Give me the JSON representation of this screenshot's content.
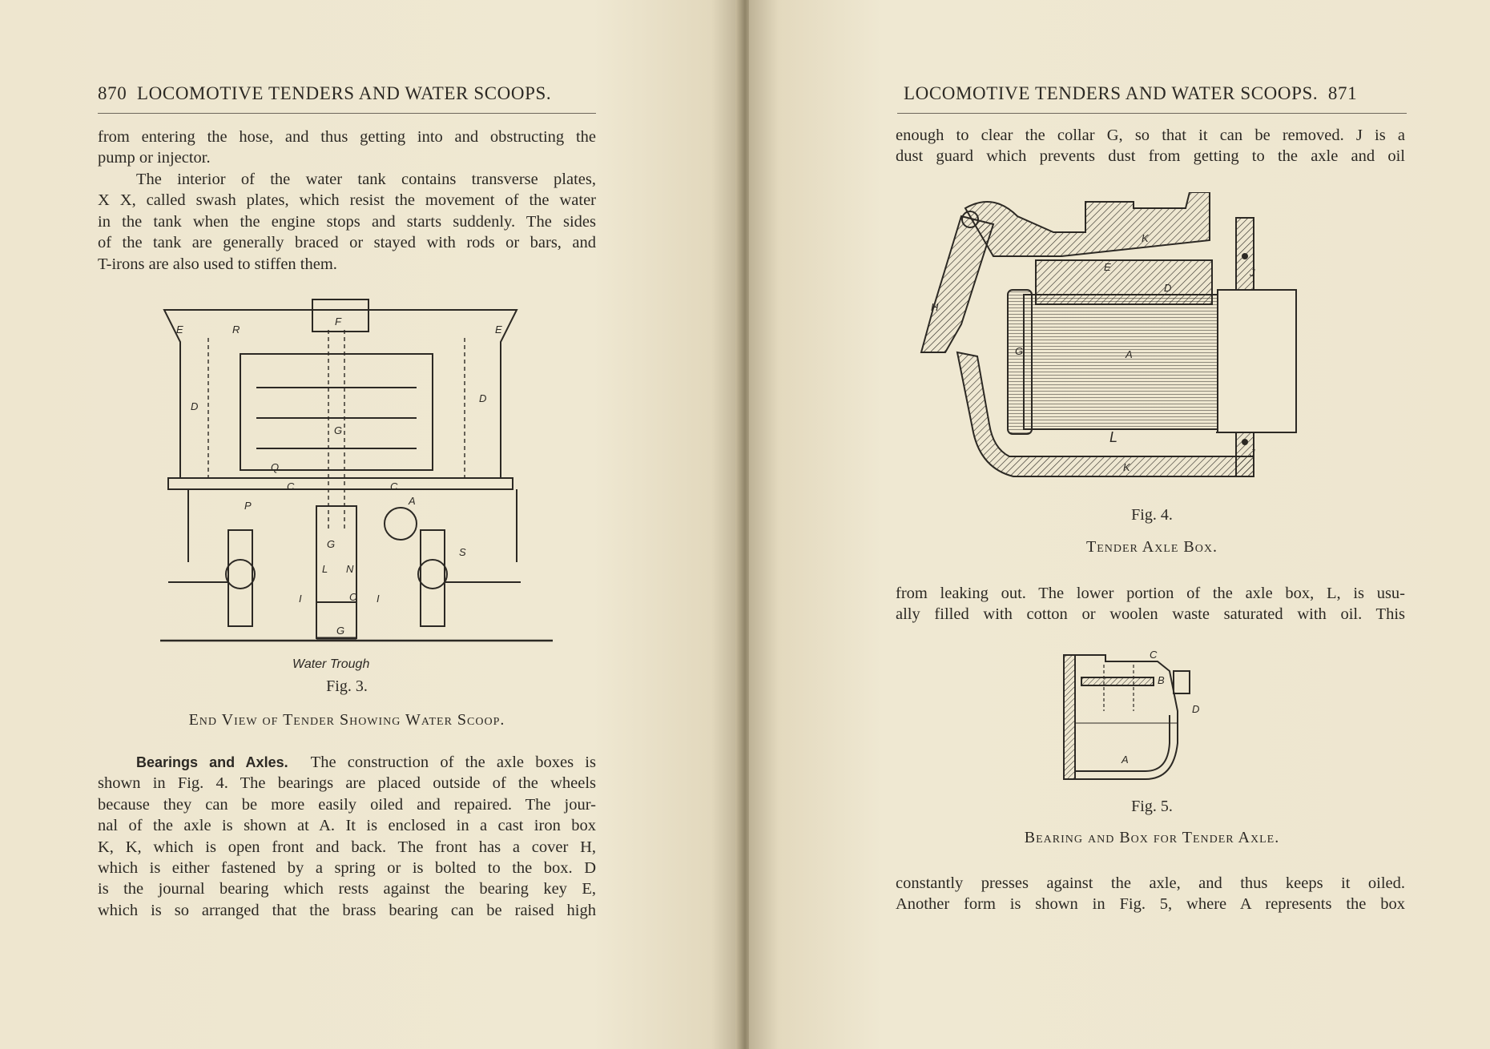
{
  "left": {
    "page_number": "870",
    "running_head": "LOCOMOTIVE TENDERS AND WATER SCOOPS.",
    "para1_lines": [
      "from entering the hose, and thus getting into and obstructing the",
      "pump or injector."
    ],
    "para2_lines": [
      "The interior of the water tank contains transverse plates,",
      "X X, called swash plates, which resist the movement of the water",
      "in the tank when the engine stops and starts suddenly.  The sides",
      "of the tank are generally braced or stayed with rods or bars, and",
      "T-irons are also used to stiffen them."
    ],
    "fig3": {
      "labels": [
        "E",
        "R",
        "F",
        "E",
        "D",
        "D",
        "G",
        "Q",
        "C",
        "C",
        "A",
        "P",
        "G",
        "N",
        "L",
        "I",
        "O",
        "I",
        "G",
        "S"
      ],
      "trough_label": "Water Trough",
      "fig_label": "Fig. 3.",
      "caption": "End View of Tender Showing Water Scoop."
    },
    "section_heading": "Bearings and Axles.",
    "para3_first": "The construction of the axle boxes is",
    "para3_lines": [
      "shown in Fig. 4.  The bearings are placed outside of the wheels",
      "because they can be more easily oiled and repaired.  The jour-",
      "nal of the axle is shown at A.  It is enclosed in a cast iron box",
      "K, K, which is open front and back.  The front has a cover H,",
      "which is either fastened by a spring or is bolted to the box.  D",
      "is the journal bearing which rests against the bearing key E,",
      "which is so arranged that the brass bearing can be raised high"
    ]
  },
  "right": {
    "page_number": "871",
    "running_head": "LOCOMOTIVE TENDERS AND WATER SCOOPS.",
    "para1_lines": [
      "enough to clear the collar G, so that it can be removed.  J is a",
      "dust guard which prevents dust from getting to the axle and oil"
    ],
    "fig4": {
      "labels": [
        "K",
        "E",
        "D",
        "H",
        "G",
        "A",
        "J",
        "J",
        "L",
        "K"
      ],
      "fig_label": "Fig. 4.",
      "caption": "Tender Axle Box."
    },
    "para2_lines": [
      "from leaking out.  The lower portion of the axle box, L, is usu-",
      "ally filled with cotton or woolen waste saturated with oil.  This"
    ],
    "fig5": {
      "labels": [
        "C",
        "B",
        "D",
        "A"
      ],
      "fig_label": "Fig. 5.",
      "caption": "Bearing and Box for Tender Axle."
    },
    "para3_lines": [
      "constantly presses against the axle, and thus keeps it oiled.",
      "Another form is shown in Fig. 5, where A represents the box"
    ]
  },
  "colors": {
    "paper": "#efe7d1",
    "ink": "#2c2924",
    "gutter": "#8f8468"
  }
}
